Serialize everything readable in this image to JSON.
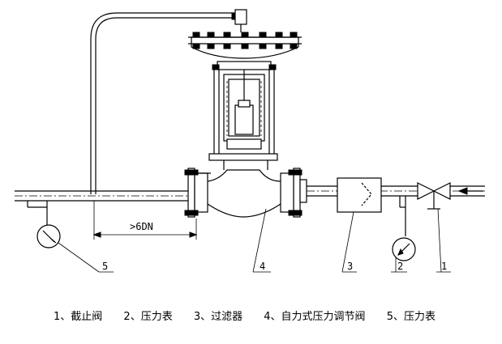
{
  "dimension_label": ">6DN",
  "callouts": [
    "5",
    "4",
    "3",
    "2",
    "1"
  ],
  "legend": [
    "1、截止阀",
    "2、压力表",
    "3、过滤器",
    "4、自力式压力调节阀",
    "5、压力表"
  ],
  "icons": [
    "pressure-gauge-icon",
    "filter-icon",
    "stop-valve-icon",
    "flow-arrow-icon"
  ]
}
